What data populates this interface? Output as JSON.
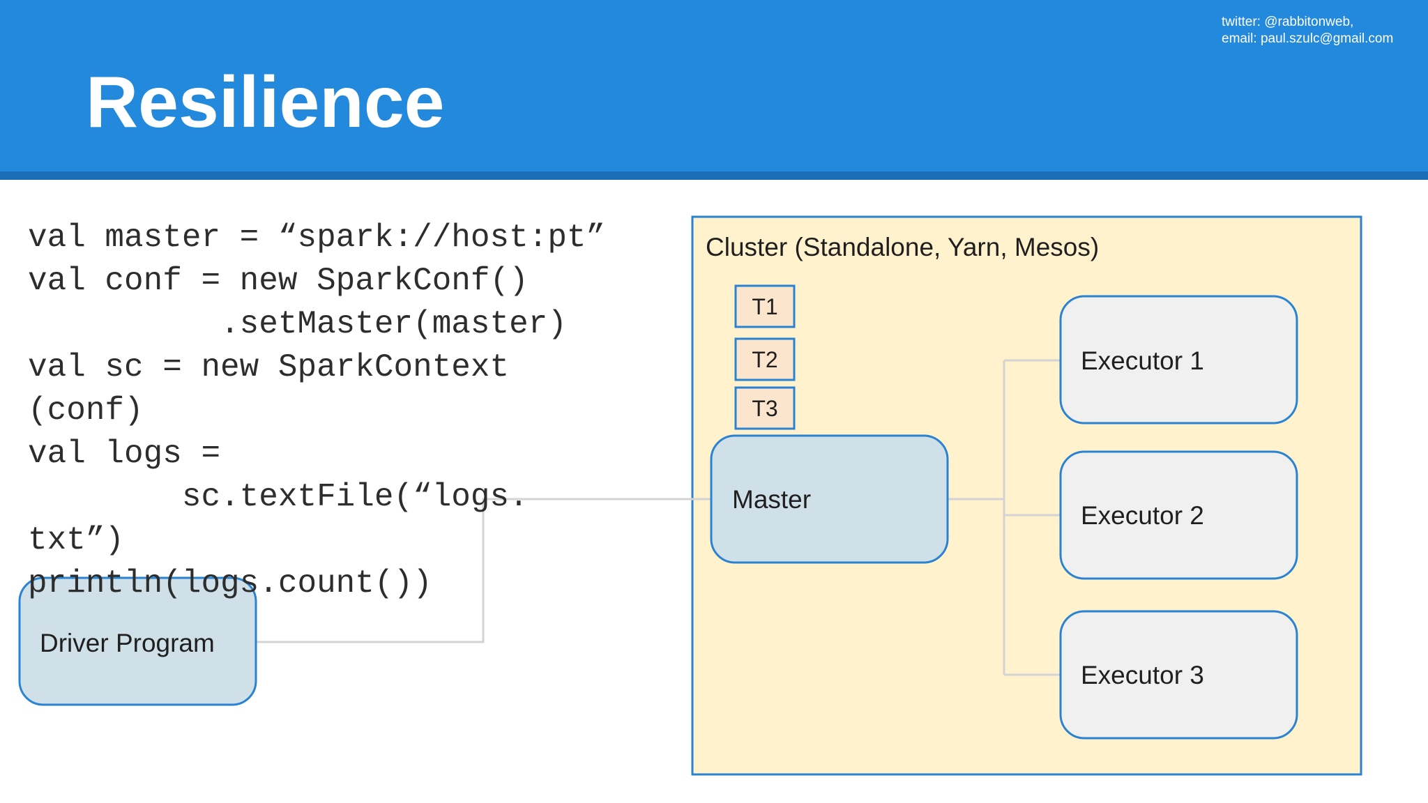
{
  "header": {
    "title": "Resilience",
    "contact_line1": "twitter: @rabbitonweb,",
    "contact_line2": "email: paul.szulc@gmail.com"
  },
  "code_lines": [
    "val master = “spark://host:pt”",
    "val conf = new SparkConf()",
    "          .setMaster(master)",
    "val sc = new SparkContext",
    "(conf)",
    "val logs =",
    "        sc.textFile(“logs.",
    "txt”)",
    "println(logs.count())"
  ],
  "diagram": {
    "cluster_label": "Cluster (Standalone, Yarn, Mesos)",
    "driver_label": "Driver Program",
    "master_label": "Master",
    "tasks": [
      "T1",
      "T2",
      "T3"
    ],
    "executors": [
      "Executor 1",
      "Executor 2",
      "Executor 3"
    ]
  },
  "colors": {
    "header_blue": "#2289dd",
    "border_blue": "#2a82d2",
    "cluster_fill": "#fff2cc",
    "driver_master_fill": "#d0e0e8",
    "executor_fill": "#f0f0f0",
    "task_fill": "#fce5cd",
    "connector_gray": "#d3d3d3"
  }
}
